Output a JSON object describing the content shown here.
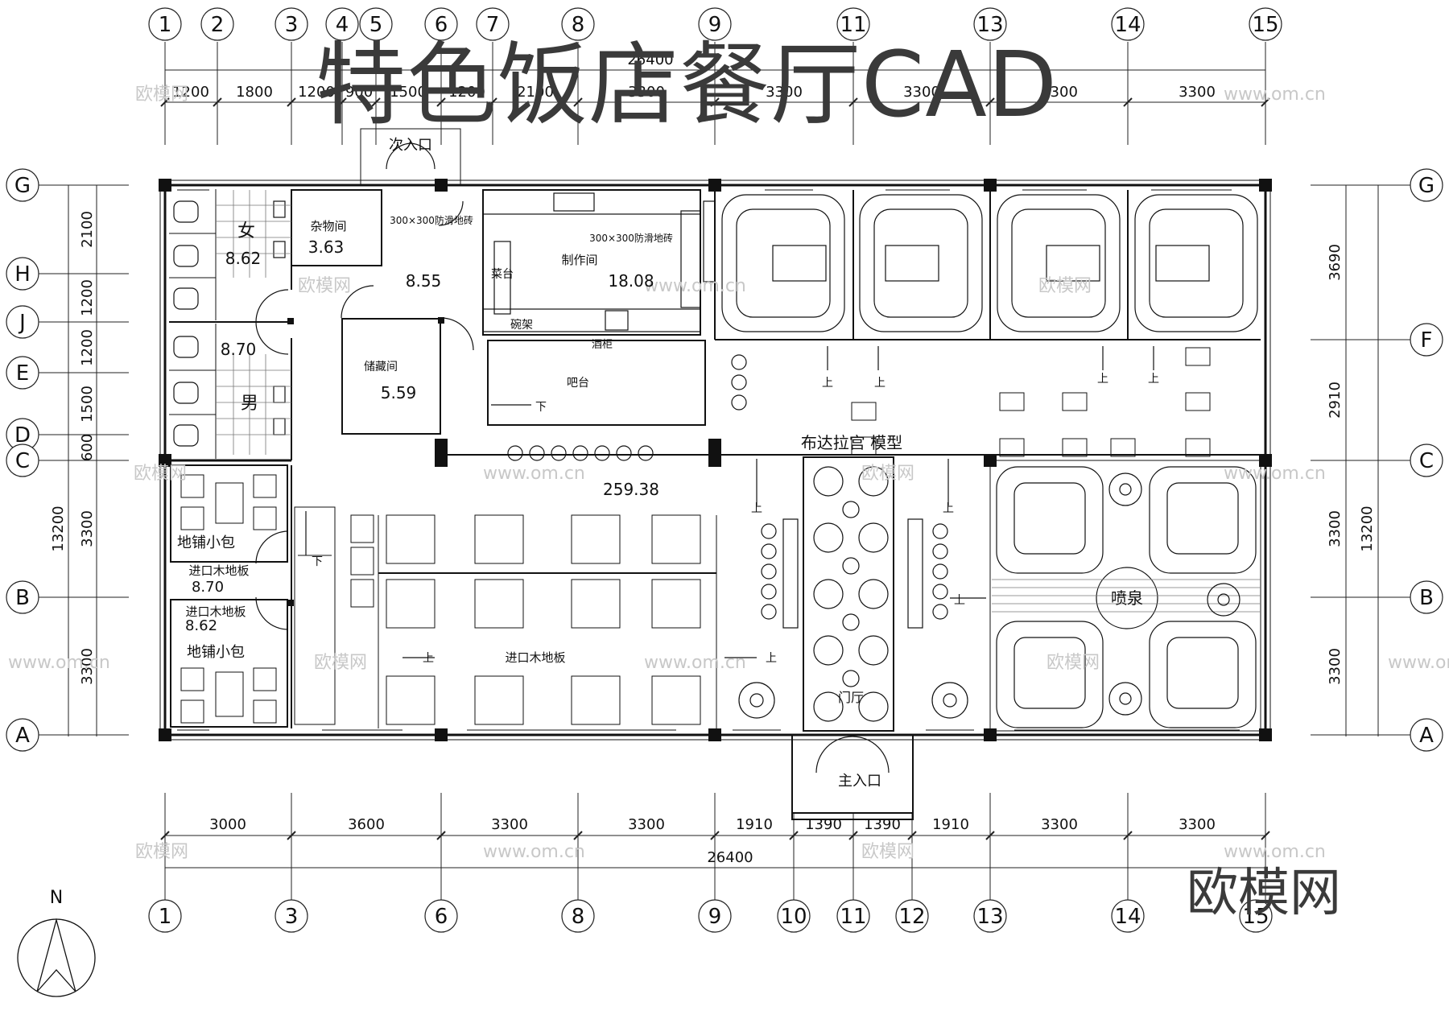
{
  "title": "特色饭店餐厅CAD",
  "brand": "欧模网",
  "watermark": {
    "a": "欧模网",
    "b": "www.om.cn"
  },
  "north": "N",
  "axes": {
    "top": [
      "1",
      "2",
      "3",
      "4",
      "5",
      "6",
      "7",
      "8",
      "9",
      "11",
      "13",
      "14",
      "15"
    ],
    "bottom": [
      "1",
      "3",
      "6",
      "8",
      "9",
      "10",
      "11",
      "12",
      "13",
      "14",
      "15"
    ],
    "left": [
      "G",
      "H",
      "J",
      "E",
      "D",
      "C",
      "B",
      "A"
    ],
    "right": [
      "G",
      "F",
      "C",
      "B",
      "A"
    ]
  },
  "dims": {
    "top_total": "26400",
    "top": [
      "1200",
      "1800",
      "1200",
      "900",
      "1500",
      "1200",
      "2100",
      "3300",
      "3300",
      "3300",
      "3300",
      "3300"
    ],
    "bottom": [
      "3000",
      "3600",
      "3300",
      "3300",
      "1910",
      "1390",
      "1390",
      "1910",
      "3300",
      "3300"
    ],
    "bottom_total": "26400",
    "left": [
      "2100",
      "1200",
      "1200",
      "1500",
      "600",
      "3300",
      "3300"
    ],
    "left_total": "13200",
    "right": [
      "3690",
      "2910",
      "3300",
      "3300"
    ],
    "right_total": "13200"
  },
  "rooms": {
    "secondary_entrance": "次入口",
    "female": "女",
    "female_area": "8.62",
    "storage_misc": "杂物间",
    "storage_misc_area": "3.63",
    "tile_1": "300×300防滑地砖",
    "corridor_area": "8.55",
    "tile_2": "300×300防滑地砖",
    "kitchen": "制作间",
    "kitchen_area": "18.08",
    "veg_counter": "菜台",
    "bowl_rack": "碗架",
    "wine_cabinet": "酒柜",
    "storeroom": "储藏间",
    "storeroom_area": "5.59",
    "bar": "吧台",
    "male_area": "8.70",
    "male": "男",
    "potala": "布达拉宫 模型",
    "hall_area": "259.38",
    "private_room": "地铺小包",
    "wood_floor": "进口木地板",
    "area_870": "8.70",
    "area_862": "8.62",
    "private_room_2": "地铺小包",
    "wood_floor_2": "进口木地板",
    "wood_floor_main": "进口木地板",
    "fountain": "喷泉",
    "foyer": "门厅",
    "main_entrance": "主入口",
    "up": "上",
    "down": "下"
  }
}
